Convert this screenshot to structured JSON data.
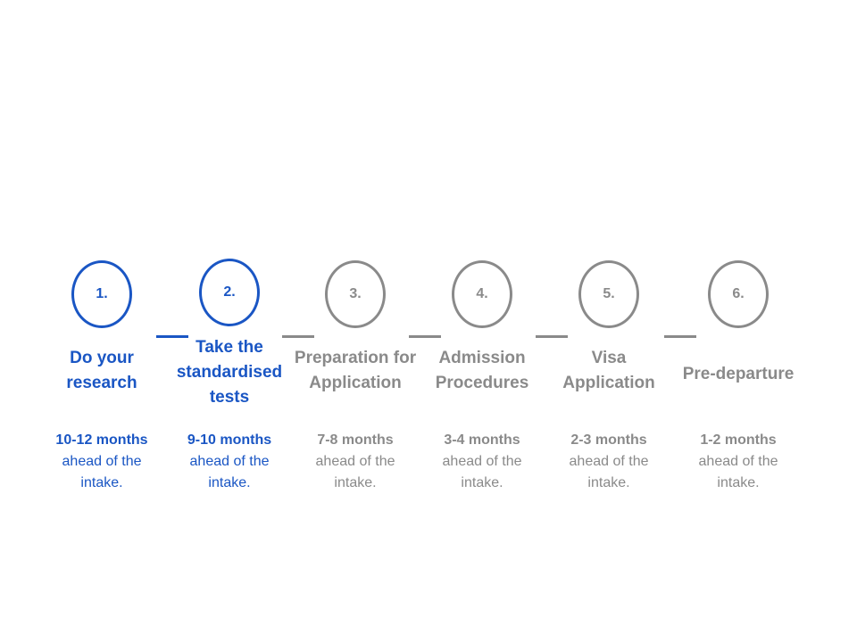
{
  "colors": {
    "active": "#1a56c4",
    "inactive": "#8a8a8a"
  },
  "steps": [
    {
      "number": "1.",
      "title_lines": [
        "Do your",
        "research"
      ],
      "duration": "10-12 months",
      "desc_lines": [
        "ahead of the",
        "intake."
      ],
      "active": true
    },
    {
      "number": "2.",
      "title_lines": [
        "Take the",
        "standardised",
        "tests"
      ],
      "duration": "9-10 months",
      "desc_lines": [
        "ahead of the",
        "intake."
      ],
      "active": true
    },
    {
      "number": "3.",
      "title_lines": [
        "Preparation for",
        "Application"
      ],
      "duration": "7-8 months",
      "desc_lines": [
        "ahead of the",
        "intake."
      ],
      "active": false
    },
    {
      "number": "4.",
      "title_lines": [
        "Admission",
        "Procedures"
      ],
      "duration": "3-4 months",
      "desc_lines": [
        "ahead of the",
        "intake."
      ],
      "active": false
    },
    {
      "number": "5.",
      "title_lines": [
        "Visa",
        "Application"
      ],
      "duration": "2-3 months",
      "desc_lines": [
        "ahead of the",
        "intake."
      ],
      "active": false
    },
    {
      "number": "6.",
      "title_lines": [
        "Pre-departure"
      ],
      "duration": "1-2 months",
      "desc_lines": [
        "ahead of the",
        "intake."
      ],
      "active": false
    }
  ]
}
